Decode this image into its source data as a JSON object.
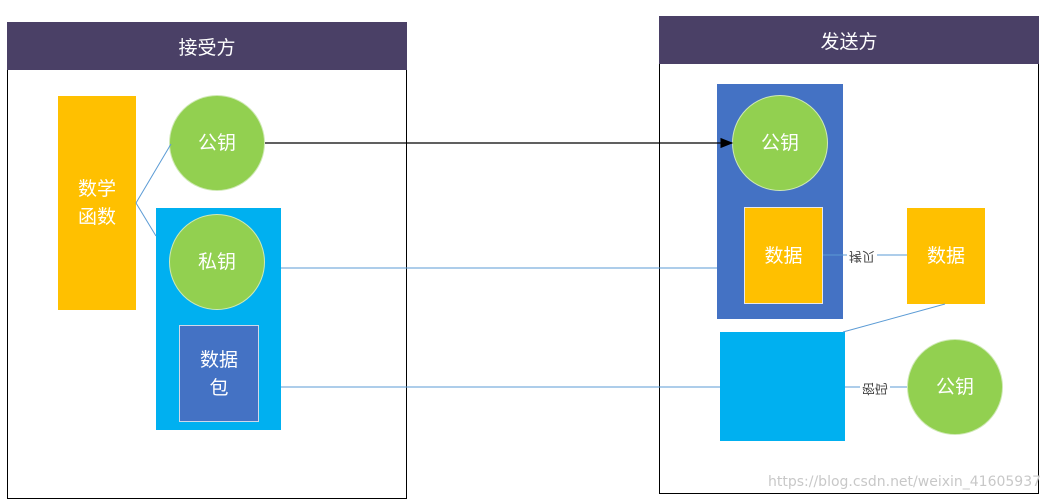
{
  "receiver": {
    "title": "接受方",
    "math_function": [
      "数学",
      "函数"
    ],
    "public_key": "公钥",
    "private_key": "私钥",
    "data_packet": [
      "数据",
      "包"
    ]
  },
  "sender": {
    "title": "发送方",
    "public_key": "公钥",
    "data_inner": "数据",
    "data_outer": "数据",
    "public_key_2": "公钥"
  },
  "connector_labels": {
    "to_data": "拷贝",
    "to_key": "密码"
  },
  "watermark": "https://blog.csdn.net/weixin_41605937",
  "colors": {
    "header": "#4a4066",
    "yellow": "#ffc000",
    "cyan": "#00b0f0",
    "blue": "#4472c4",
    "green": "#92d050",
    "line": "#5b9bd5"
  }
}
